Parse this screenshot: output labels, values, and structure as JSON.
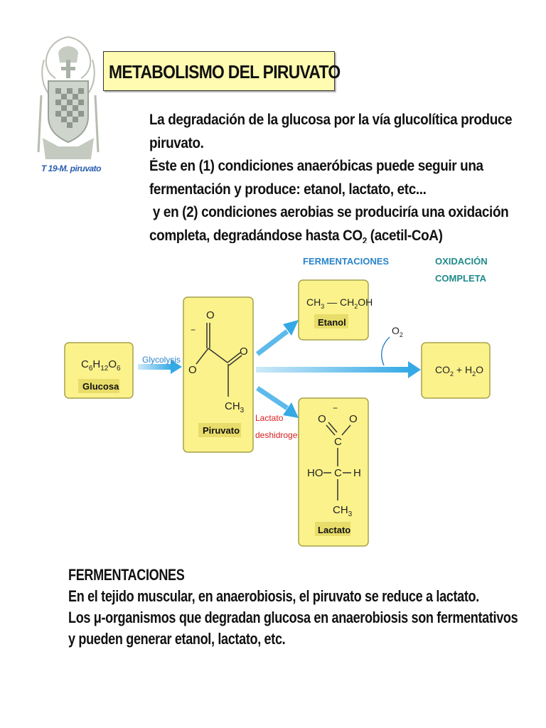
{
  "logo": {
    "caption": "T 19-M. piruvato"
  },
  "title": "METABOLISMO DEL PIRUVATO",
  "intro": {
    "line1": "La degradación de la glucosa por la vía glucolítica produce",
    "line2": "piruvato.",
    "line3": "Éste en (1) condiciones anaeróbicas puede seguir una",
    "line4": "fermentación y produce: etanol, lactato, etc...",
    "line5": " y en (2) condiciones aerobias se produciría una oxidación",
    "line6_pre": "completa, degradándose hasta CO",
    "line6_sub": "2",
    "line6_post": " (acetil-CoA)"
  },
  "diagram": {
    "header_fermentaciones": "FERMENTACIONES",
    "header_oxidacion_1": "OXIDACIÓN",
    "header_oxidacion_2": "COMPLETA",
    "glucosa_formula": "C6H12O6",
    "glucosa_label": "Glucosa",
    "glycolysis": "Glycolysis",
    "piruvato_label": "Piruvato",
    "etanol_formula": "CH3—CH2OH",
    "etanol_label": "Etanol",
    "o2": "O2",
    "co2_h2o": "CO2 + H2O",
    "enzyme_line1": "Lactato",
    "enzyme_line2": "deshidrogenasa",
    "lactato_label": "Lactato",
    "colors": {
      "box": "#fbf28c",
      "box_border": "#a6a24a",
      "arrow": "#35a9e6",
      "header_blue": "#2a84c9",
      "header_teal": "#1f8a8a",
      "enzyme": "#d81e1e"
    }
  },
  "footer": {
    "line1": "FERMENTACIONES",
    "line2": "En el tejido muscular, en anaerobiosis, el piruvato se reduce a lactato.",
    "line3": "Los μ-organismos que degradan glucosa en anaerobiosis son fermentativos",
    "line4": "y pueden generar etanol, lactato, etc."
  }
}
